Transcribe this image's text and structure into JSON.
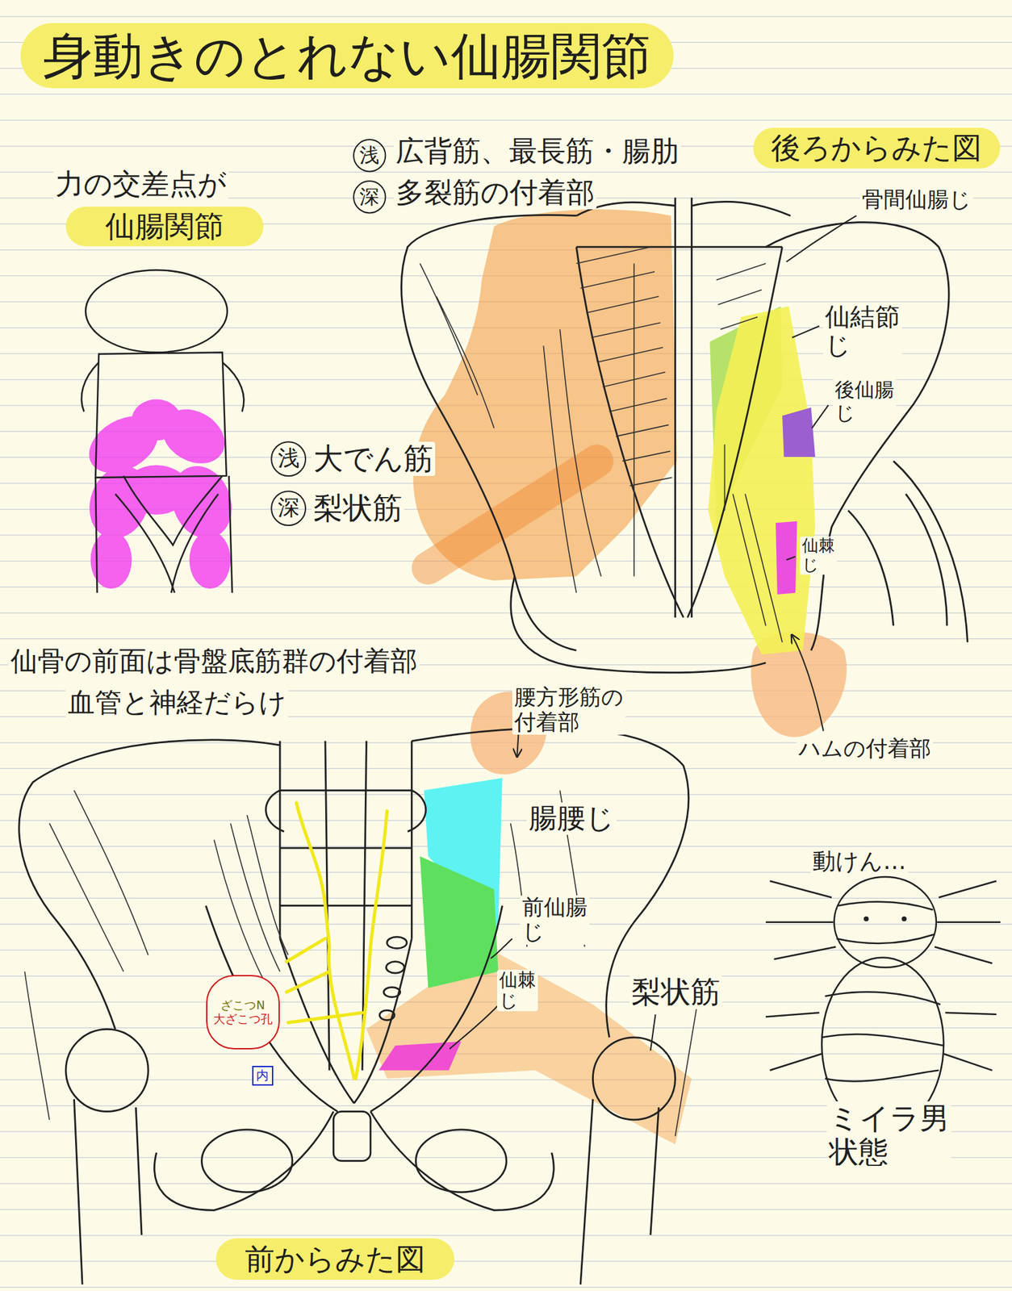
{
  "diagram": {
    "title": "身動きのとれない仙腸関節",
    "nodes": [
      {
        "text": [
          "仙腸関節"
        ]
      },
      {
        "text": [
          "浅"
        ]
      },
      {
        "text": [
          "深"
        ]
      },
      {
        "text": [
          "後ろからみた図"
        ]
      },
      {
        "text": [
          "浅"
        ]
      },
      {
        "text": [
          "深"
        ]
      },
      {
        "text": [
          "ざこつN",
          "大ざこつ孔"
        ]
      },
      {
        "text": [
          "内"
        ]
      },
      {
        "text": [
          "前からみた図"
        ]
      }
    ],
    "labels": [
      "力の交差点が",
      "広背筋、最長筋・腸肋",
      "多裂筋の付着部",
      "骨間仙腸じ",
      "仙結節 じ",
      "後仙腸 じ",
      "大でん筋",
      "梨状筋",
      "仙棘 じ",
      "ハムの付着部",
      "仙骨の前面は骨盤底筋群の付着部",
      "血管と神経だらけ",
      "腰方形筋の 付着部",
      "腸腰じ",
      "前仙腸 じ",
      "仙棘 じ",
      "梨状筋",
      "動けん…",
      "ミイラ男 状態"
    ]
  }
}
